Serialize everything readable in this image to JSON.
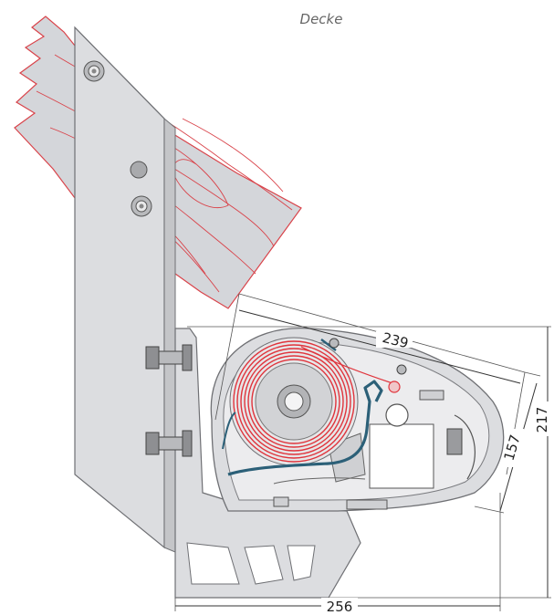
{
  "labels": {
    "ceiling": "Decke"
  },
  "dimensions": {
    "depth_diagonal": "239",
    "height_total": "217",
    "height_cassette": "157",
    "width_total": "256"
  },
  "colors": {
    "wood_line": "#d9434a",
    "wood_fill": "#d4d6da",
    "metal_fill": "#dcdde0",
    "metal_stroke": "#6f7074",
    "cable": "#2c6078",
    "coil": "#e0343c",
    "background": "#ffffff"
  }
}
